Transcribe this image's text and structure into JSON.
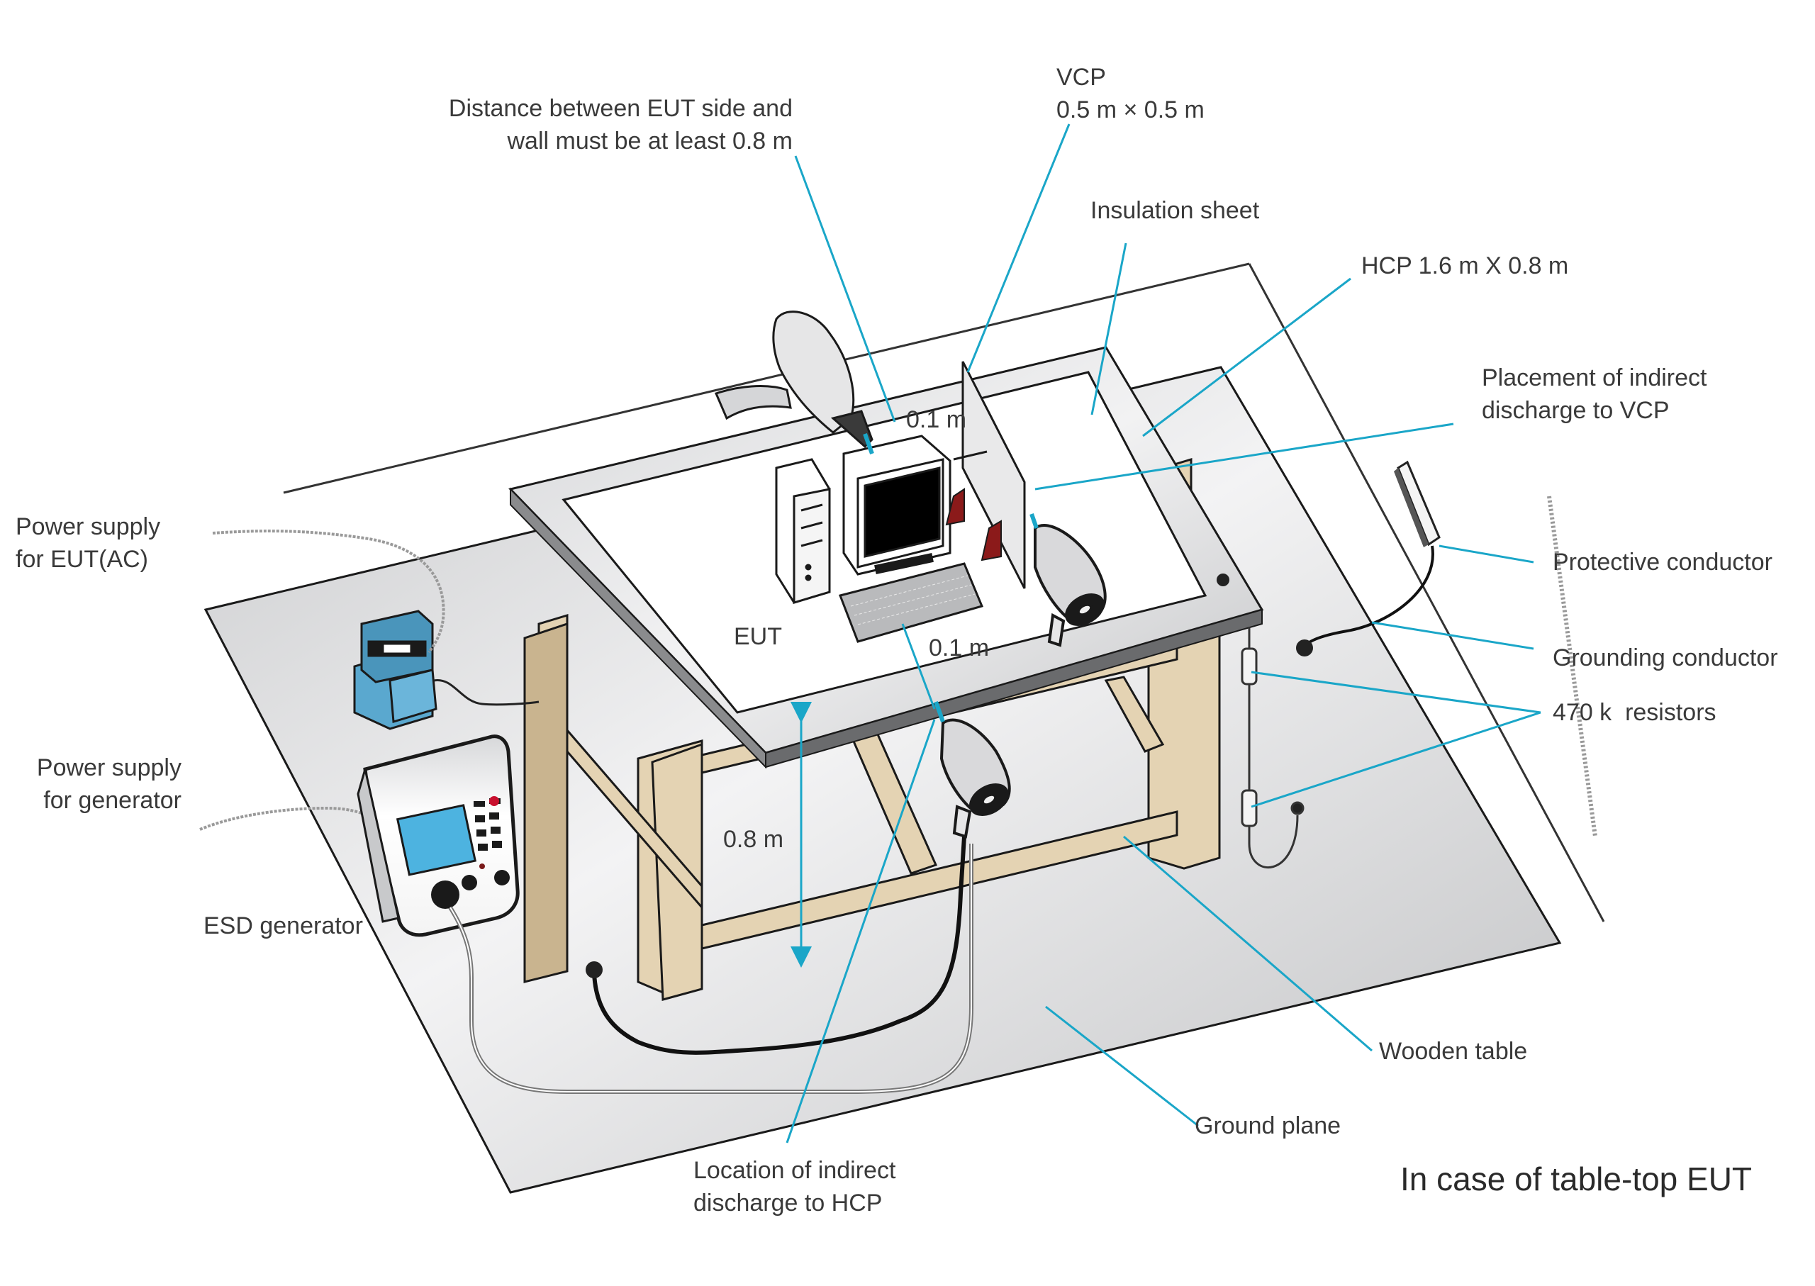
{
  "figure": {
    "title": "In case of table-top EUT",
    "colors": {
      "leader_line": "#1aa6c8",
      "ground_plane": "#d3d4d6",
      "table_top_frame": "#c7c8ca",
      "table_wood": "#e4d3b3",
      "outline": "#1a1a1a",
      "transformer": "#5aa8cf",
      "generator_screen": "#4db3e0",
      "coupling_red": "#8b1a1a"
    }
  },
  "labels": {
    "distance_note": "Distance between EUT side and\nwall must be at least 0.8 m",
    "vcp": "VCP\n0.5 m × 0.5 m",
    "insulation_sheet": "Insulation sheet",
    "hcp": "HCP 1.6 m X 0.8 m",
    "placement_vcp": "Placement of indirect\ndischarge to VCP",
    "protective_conductor": "Protective conductor",
    "grounding_conductor": "Grounding conductor",
    "resistors": "470 k  resistors",
    "power_supply_eut": "Power supply\nfor EUT(AC)",
    "power_supply_generator": "Power supply\nfor generator",
    "esd_generator": "ESD generator",
    "eut": "EUT",
    "wooden_table": "Wooden table",
    "ground_plane": "Ground plane",
    "location_hcp": "Location of indirect\ndischarge to HCP"
  },
  "dimensions": {
    "vcp_gap": "0.1 m",
    "hcp_edge_gap": "0.1 m",
    "table_height": "0.8 m"
  }
}
